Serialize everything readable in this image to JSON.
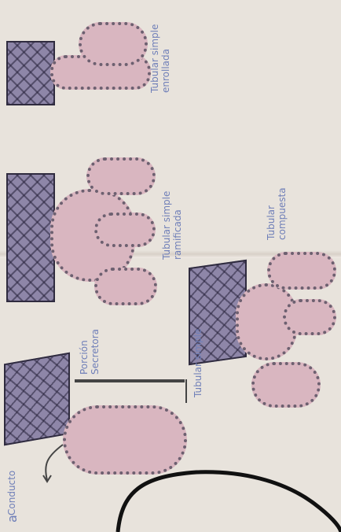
{
  "labels": {
    "conducto": "Conducto",
    "porcion_secretora": "Porción\nSecretora",
    "tubular_simple": "Tubular simple",
    "tubular_simple_ramificada": "Tubular simple\nramificada",
    "tubular_compuesta": "Tubular\ncompuesta",
    "tubular_simple_enrollada": "Tubular simple\nenrollada",
    "edge_letter": "a"
  },
  "colors": {
    "paper": "#e8e3dc",
    "ink": "#6f7fb8",
    "gland_fill": "#d9b6c0",
    "tissue_fill": "#8e86a8"
  }
}
